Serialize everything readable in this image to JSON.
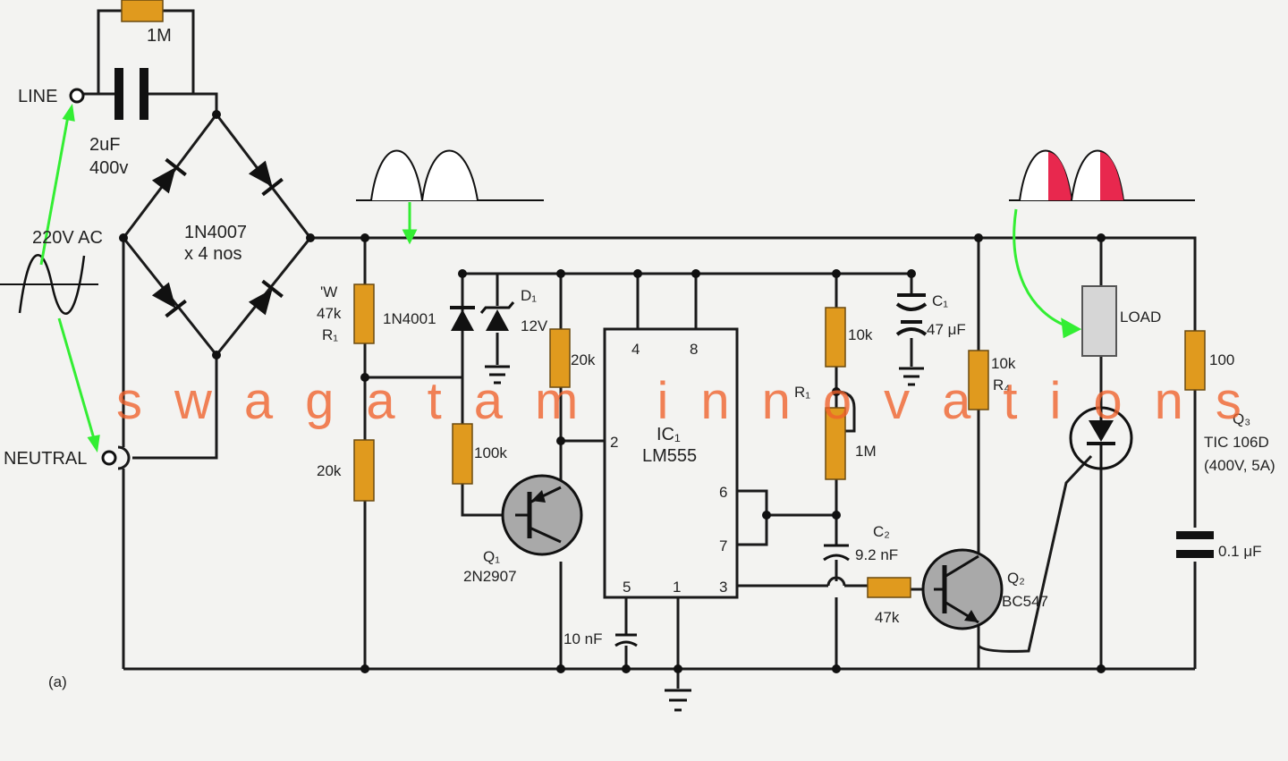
{
  "terminals": {
    "line": "LINE",
    "neutral": "NEUTRAL",
    "ac_source": "220V AC"
  },
  "input": {
    "resistor": "1M",
    "cap_value": "2uF",
    "cap_voltage": "400v"
  },
  "bridge": {
    "part": "1N4007",
    "qty": "x 4 nos"
  },
  "left_stage": {
    "r1_watt": "ʹW",
    "r1_value": "47k",
    "r1_name": "R₁",
    "r_lower": "20k",
    "diode": "1N4001",
    "zener_name": "D₁",
    "zener_value": "12V",
    "r_100k": "100k",
    "r_20k_upper": "20k",
    "q1_name": "Q₁",
    "q1_part": "2N2907"
  },
  "ic": {
    "name": "IC₁",
    "part": "LM555",
    "pins": [
      "4",
      "8",
      "2",
      "6",
      "7",
      "5",
      "1",
      "3"
    ],
    "cap_10n": "10 nF"
  },
  "timing": {
    "r_10k": "10k",
    "pot_name": "R₁",
    "pot_value": "1M",
    "c1_name": "C₁",
    "c1_value": "47 μF",
    "c2_name": "C₂",
    "c2_value": "9.2 nF",
    "r_47k": "47k"
  },
  "output": {
    "r4_value": "10k",
    "r4_name": "R₄",
    "q2_name": "Q₂",
    "q2_part": "BC547",
    "load": "LOAD",
    "snubber_r": "100",
    "q3_name": "Q₃",
    "q3_part": "TIC 106D",
    "q3_rating": "(400V, 5A)",
    "snubber_c": "0.1 μF"
  },
  "figure_label": "(a)",
  "watermark": "swagatam innovations",
  "colors": {
    "resistor": "#e09a1e",
    "arrow": "#33ee33",
    "waveform_fill": "#e8284e",
    "transistor": "#a9a9a9",
    "watermark": "#f0612a",
    "load": "#d6d6d6"
  }
}
